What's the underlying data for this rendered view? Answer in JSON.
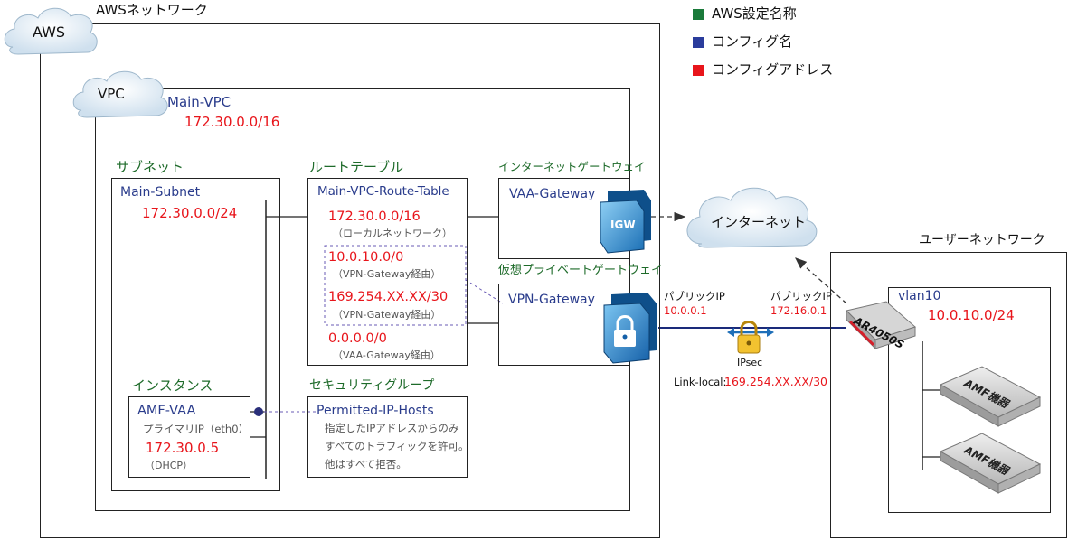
{
  "legend": {
    "items": [
      {
        "label": "AWS設定名称",
        "color": "#1a7a3a"
      },
      {
        "label": "コンフィグ名",
        "color": "#2a3c9c"
      },
      {
        "label": "コンフィグアドレス",
        "color": "#e8151b"
      }
    ]
  },
  "aws": {
    "cloud_label": "AWS",
    "network_title": "AWSネットワーク"
  },
  "vpc": {
    "cloud_label": "VPC",
    "name": "Main-VPC",
    "cidr": "172.30.0.0/16"
  },
  "subnet": {
    "header": "サブネット",
    "name": "Main-Subnet",
    "cidr": "172.30.0.0/24"
  },
  "route_table": {
    "header": "ルートテーブル",
    "name": "Main-VPC-Route-Table",
    "routes": [
      {
        "dest": "172.30.0.0/16",
        "note": "（ローカルネットワーク）"
      },
      {
        "dest": "10.0.10.0/0",
        "note": "（VPN-Gateway経由）"
      },
      {
        "dest": "169.254.XX.XX/30",
        "note": "（VPN-Gateway経由）"
      },
      {
        "dest": "0.0.0.0/0",
        "note": "（VAA-Gateway経由）"
      }
    ]
  },
  "internet_gateway": {
    "header": "インターネットゲートウェイ",
    "name": "VAA-Gateway",
    "icon_label": "IGW"
  },
  "vpn_gateway": {
    "header": "仮想プライベートゲートウェイ",
    "name": "VPN-Gateway"
  },
  "instance": {
    "header": "インスタンス",
    "name": "AMF-VAA",
    "ip_label": "プライマリIP（eth0）",
    "ip": "172.30.0.5",
    "ip_note": "（DHCP）"
  },
  "security_group": {
    "header": "セキュリティグループ",
    "name": "Permitted-IP-Hosts",
    "lines": [
      "指定したIPアドレスからのみ",
      "すべてのトラフィックを許可。",
      "他はすべて拒否。"
    ]
  },
  "internet": {
    "label": "インターネット"
  },
  "tunnel": {
    "aws_side_label": "パブリックIP",
    "aws_side_ip": "10.0.0.1",
    "user_side_label": "パブリックIP",
    "user_side_ip": "172.16.0.1",
    "protocol": "IPsec",
    "link_local_label": "Link-local:",
    "link_local_ip": "169.254.XX.XX/30"
  },
  "user_network": {
    "title": "ユーザーネットワーク",
    "router_label": "AR4050S",
    "vlan_name": "vlan10",
    "vlan_cidr": "10.0.10.0/24",
    "devices": [
      "AMF機器",
      "AMF機器"
    ]
  }
}
